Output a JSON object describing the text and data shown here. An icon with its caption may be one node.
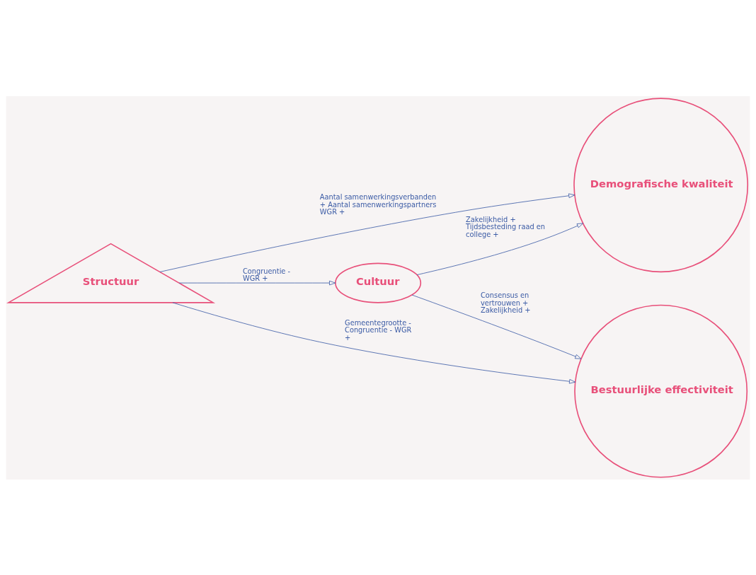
{
  "diagram": {
    "nodes": [
      {
        "text": [
          "Structuur"
        ]
      },
      {
        "text": [
          "Cultuur"
        ]
      },
      {
        "text": [
          "Demografische kwaliteit"
        ]
      },
      {
        "text": [
          "Bestuurlijke effectiviteit"
        ]
      }
    ],
    "edges": [
      {
        "from": 0,
        "to": 2,
        "arrow": "to",
        "label": "Aantal samenwerkingsverbanden + Aantal samenwerkingspartners WGR +"
      },
      {
        "from": 0,
        "to": 1,
        "arrow": "to",
        "label": "Congruentie - WGR +"
      },
      {
        "from": 1,
        "to": 2,
        "arrow": "to",
        "label": "Zakelijkheid + Tijdsbesteding raad en college +"
      },
      {
        "from": 1,
        "to": 3,
        "arrow": "to",
        "label": "Consensus en vertrouwen + Zakelijkheid +"
      },
      {
        "from": 0,
        "to": 3,
        "arrow": "to",
        "label": "Gemeentegrootte - Congruentie - WGR +"
      }
    ]
  }
}
